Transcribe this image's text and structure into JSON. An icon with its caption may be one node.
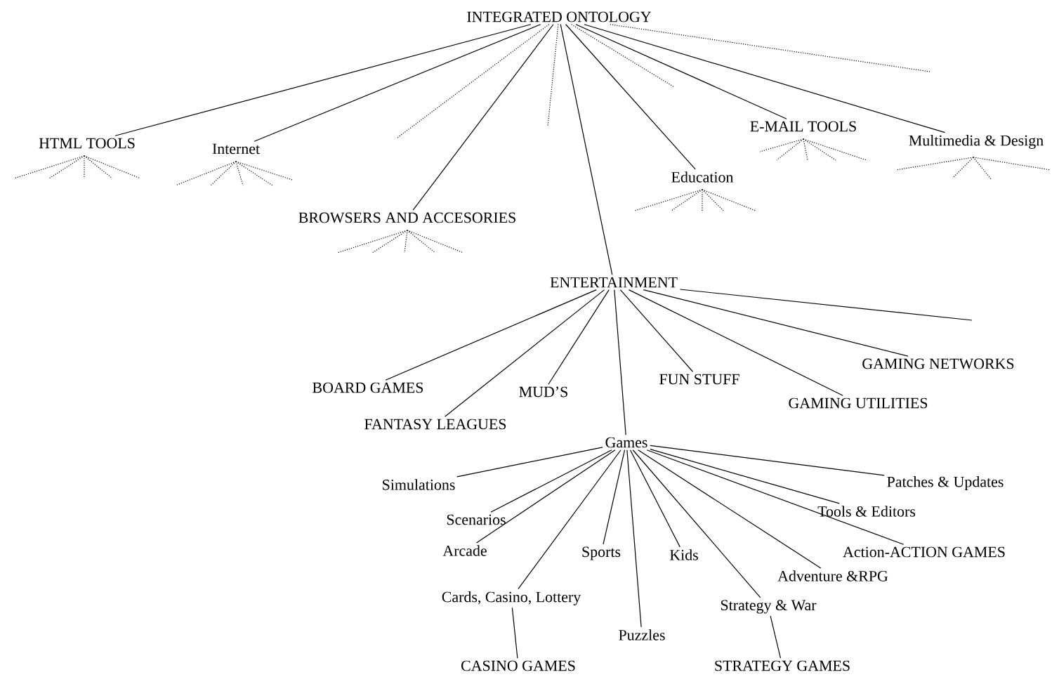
{
  "diagram": {
    "nodes": [
      {
        "text": [
          "INTEGRATED ONTOLOGY"
        ]
      },
      {
        "text": [
          "HTML TOOLS"
        ]
      },
      {
        "text": [
          "Internet"
        ]
      },
      {
        "text": [
          "BROWSERS AND ACCESORIES"
        ]
      },
      {
        "text": [
          "Education"
        ]
      },
      {
        "text": [
          "E-MAIL TOOLS"
        ]
      },
      {
        "text": [
          "Multimedia & Design"
        ]
      },
      {
        "text": [
          "ENTERTAINMENT"
        ]
      },
      {
        "text": [
          "BOARD GAMES"
        ]
      },
      {
        "text": [
          "FANTASY LEAGUES"
        ]
      },
      {
        "text": [
          "MUD’S"
        ]
      },
      {
        "text": [
          "FUN STUFF"
        ]
      },
      {
        "text": [
          "GAMING UTILITIES"
        ]
      },
      {
        "text": [
          "GAMING NETWORKS"
        ]
      },
      {
        "text": [
          "Games"
        ]
      },
      {
        "text": [
          "Simulations"
        ]
      },
      {
        "text": [
          "Scenarios"
        ]
      },
      {
        "text": [
          "Arcade"
        ]
      },
      {
        "text": [
          "Sports"
        ]
      },
      {
        "text": [
          "Kids"
        ]
      },
      {
        "text": [
          "Cards, Casino, Lottery"
        ]
      },
      {
        "text": [
          "Puzzles"
        ]
      },
      {
        "text": [
          "Strategy & War"
        ]
      },
      {
        "text": [
          "Adventure &RPG"
        ]
      },
      {
        "text": [
          "Action-ACTION GAMES"
        ]
      },
      {
        "text": [
          "Tools & Editors"
        ]
      },
      {
        "text": [
          "Patches & Updates"
        ]
      },
      {
        "text": [
          "CASINO GAMES"
        ]
      },
      {
        "text": [
          "STRATEGY GAMES"
        ]
      }
    ],
    "edges": [
      {
        "from": 0,
        "to": 1,
        "arrow": "none"
      },
      {
        "from": 0,
        "to": 2,
        "arrow": "none"
      },
      {
        "from": 0,
        "to": 3,
        "arrow": "none"
      },
      {
        "from": 0,
        "to": 7,
        "arrow": "none"
      },
      {
        "from": 0,
        "to": 4,
        "arrow": "none"
      },
      {
        "from": 0,
        "to": 5,
        "arrow": "none"
      },
      {
        "from": 0,
        "to": 6,
        "arrow": "none"
      },
      {
        "from": 7,
        "to": 8,
        "arrow": "none"
      },
      {
        "from": 7,
        "to": 9,
        "arrow": "none"
      },
      {
        "from": 7,
        "to": 10,
        "arrow": "none"
      },
      {
        "from": 7,
        "to": 14,
        "arrow": "none"
      },
      {
        "from": 7,
        "to": 11,
        "arrow": "none"
      },
      {
        "from": 7,
        "to": 12,
        "arrow": "none"
      },
      {
        "from": 7,
        "to": 13,
        "arrow": "none"
      },
      {
        "from": 7,
        "to": null,
        "arrow": "none"
      },
      {
        "from": 14,
        "to": 15,
        "arrow": "none"
      },
      {
        "from": 14,
        "to": 16,
        "arrow": "none"
      },
      {
        "from": 14,
        "to": 17,
        "arrow": "none"
      },
      {
        "from": 14,
        "to": 20,
        "arrow": "none"
      },
      {
        "from": 14,
        "to": 18,
        "arrow": "none"
      },
      {
        "from": 14,
        "to": 21,
        "arrow": "none"
      },
      {
        "from": 14,
        "to": 19,
        "arrow": "none"
      },
      {
        "from": 14,
        "to": 22,
        "arrow": "none"
      },
      {
        "from": 14,
        "to": 23,
        "arrow": "none"
      },
      {
        "from": 14,
        "to": 24,
        "arrow": "none"
      },
      {
        "from": 14,
        "to": 25,
        "arrow": "none"
      },
      {
        "from": 14,
        "to": 26,
        "arrow": "none"
      },
      {
        "from": 20,
        "to": 27,
        "arrow": "none"
      },
      {
        "from": 22,
        "to": 28,
        "arrow": "none"
      },
      {
        "from": 0,
        "to": null,
        "arrow": "none",
        "style": "dashed"
      },
      {
        "from": 0,
        "to": null,
        "arrow": "none",
        "style": "dashed"
      },
      {
        "from": 0,
        "to": null,
        "arrow": "none",
        "style": "dashed"
      },
      {
        "from": 0,
        "to": null,
        "arrow": "none",
        "style": "dashed"
      },
      {
        "from": 1,
        "to": null,
        "arrow": "none",
        "style": "dashed"
      },
      {
        "from": 1,
        "to": null,
        "arrow": "none",
        "style": "dashed"
      },
      {
        "from": 1,
        "to": null,
        "arrow": "none",
        "style": "dashed"
      },
      {
        "from": 1,
        "to": null,
        "arrow": "none",
        "style": "dashed"
      },
      {
        "from": 1,
        "to": null,
        "arrow": "none",
        "style": "dashed"
      },
      {
        "from": 2,
        "to": null,
        "arrow": "none",
        "style": "dashed"
      },
      {
        "from": 2,
        "to": null,
        "arrow": "none",
        "style": "dashed"
      },
      {
        "from": 2,
        "to": null,
        "arrow": "none",
        "style": "dashed"
      },
      {
        "from": 2,
        "to": null,
        "arrow": "none",
        "style": "dashed"
      },
      {
        "from": 2,
        "to": null,
        "arrow": "none",
        "style": "dashed"
      },
      {
        "from": 3,
        "to": null,
        "arrow": "none",
        "style": "dashed"
      },
      {
        "from": 3,
        "to": null,
        "arrow": "none",
        "style": "dashed"
      },
      {
        "from": 3,
        "to": null,
        "arrow": "none",
        "style": "dashed"
      },
      {
        "from": 3,
        "to": null,
        "arrow": "none",
        "style": "dashed"
      },
      {
        "from": 3,
        "to": null,
        "arrow": "none",
        "style": "dashed"
      },
      {
        "from": 4,
        "to": null,
        "arrow": "none",
        "style": "dashed"
      },
      {
        "from": 4,
        "to": null,
        "arrow": "none",
        "style": "dashed"
      },
      {
        "from": 4,
        "to": null,
        "arrow": "none",
        "style": "dashed"
      },
      {
        "from": 4,
        "to": null,
        "arrow": "none",
        "style": "dashed"
      },
      {
        "from": 4,
        "to": null,
        "arrow": "none",
        "style": "dashed"
      },
      {
        "from": 5,
        "to": null,
        "arrow": "none",
        "style": "dashed"
      },
      {
        "from": 5,
        "to": null,
        "arrow": "none",
        "style": "dashed"
      },
      {
        "from": 5,
        "to": null,
        "arrow": "none",
        "style": "dashed"
      },
      {
        "from": 5,
        "to": null,
        "arrow": "none",
        "style": "dashed"
      },
      {
        "from": 5,
        "to": null,
        "arrow": "none",
        "style": "dashed"
      },
      {
        "from": 6,
        "to": null,
        "arrow": "none",
        "style": "dashed"
      },
      {
        "from": 6,
        "to": null,
        "arrow": "none",
        "style": "dashed"
      },
      {
        "from": 6,
        "to": null,
        "arrow": "none",
        "style": "dashed"
      },
      {
        "from": 6,
        "to": null,
        "arrow": "none",
        "style": "dashed"
      }
    ]
  }
}
